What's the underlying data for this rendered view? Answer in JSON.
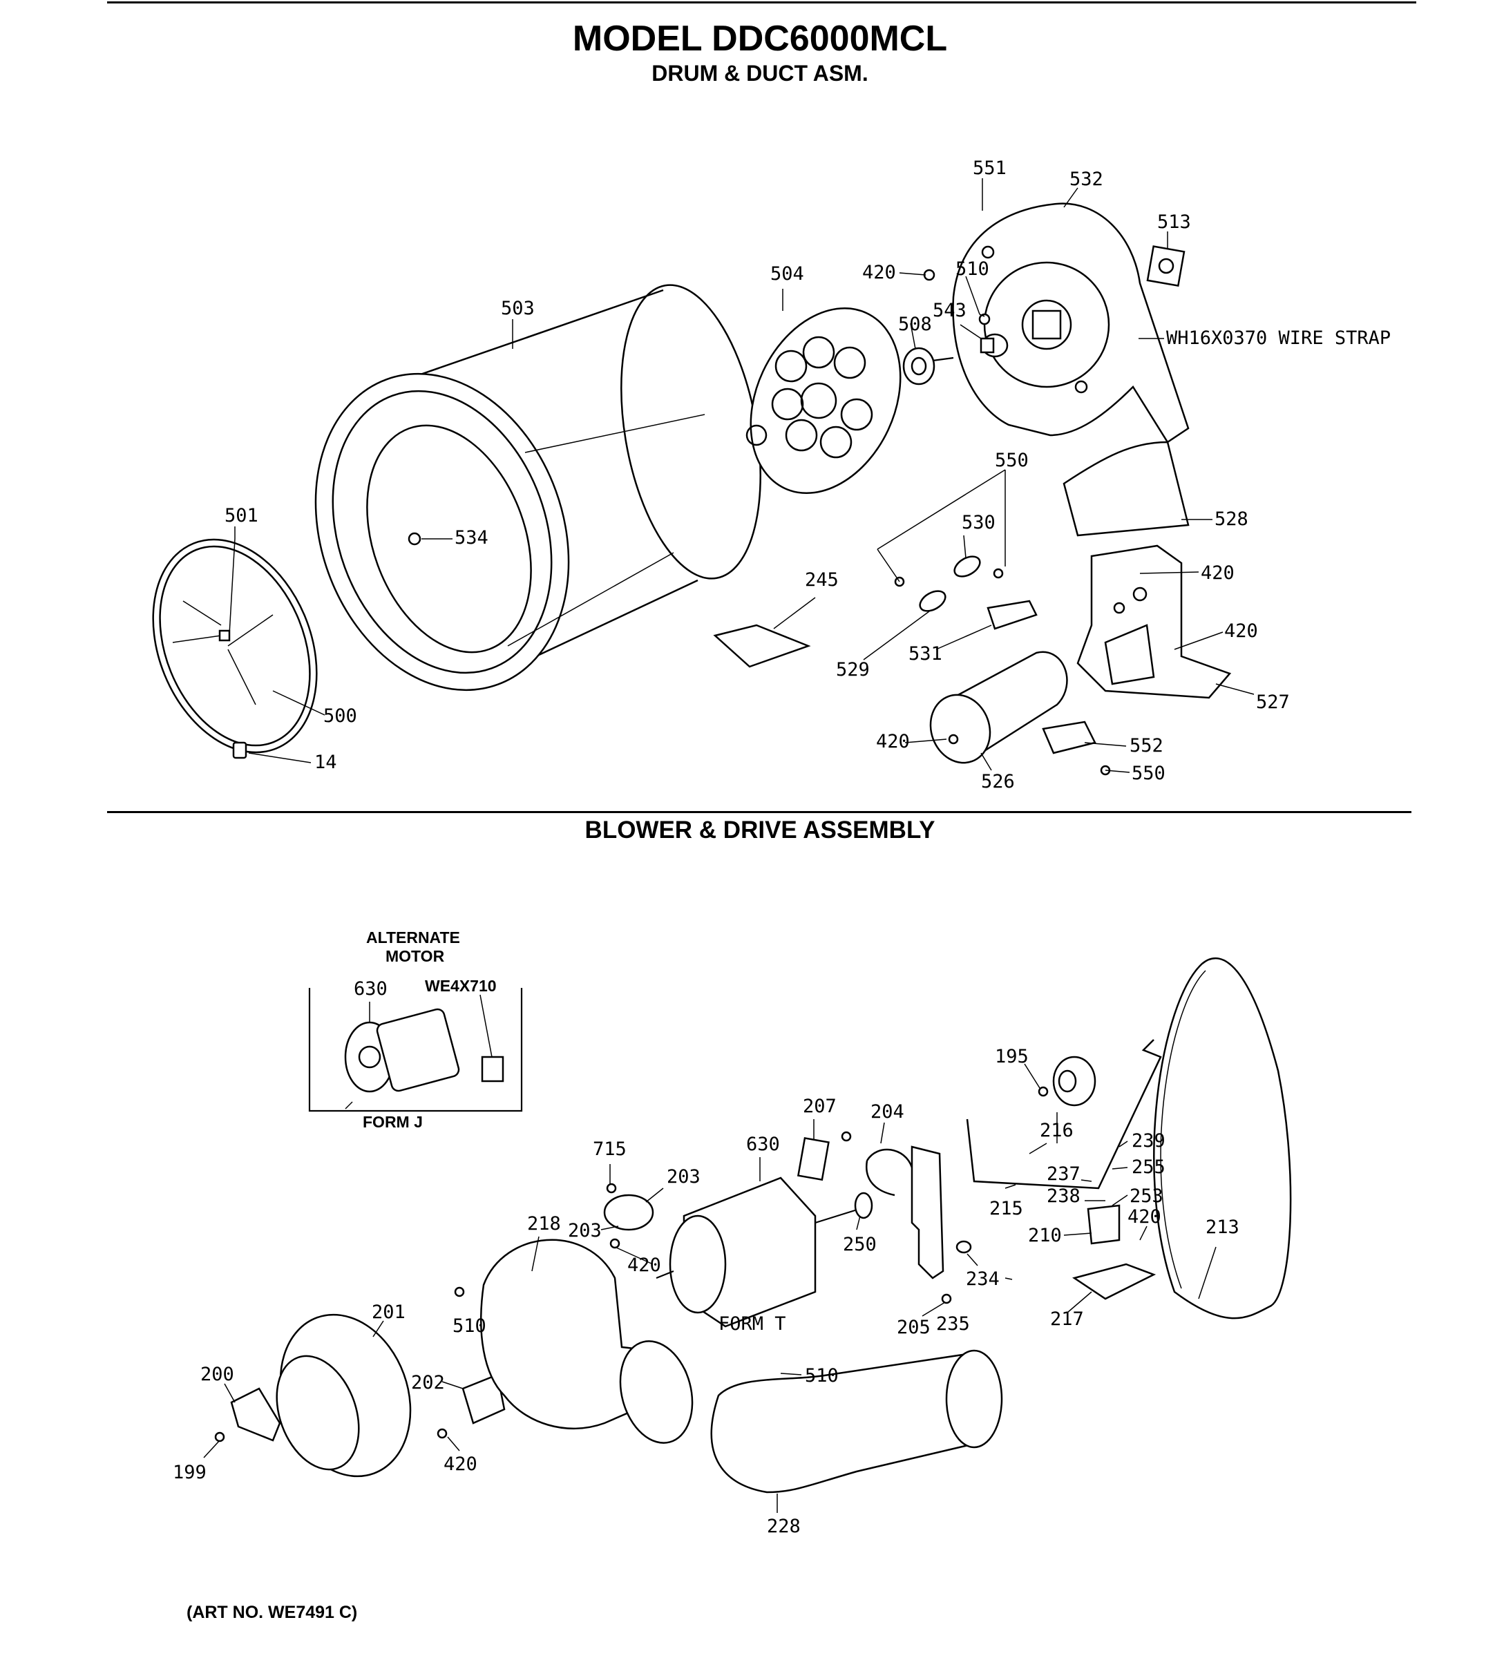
{
  "header": {
    "title": "MODEL DDC6000MCL",
    "subtitle": "DRUM & DUCT ASM."
  },
  "section2": {
    "title": "BLOWER & DRIVE ASSEMBLY"
  },
  "inset": {
    "title_line1": "ALTERNATE",
    "title_line2": "MOTOR",
    "form": "FORM J"
  },
  "form_t": "FORM T",
  "art_no": "(ART NO. WE7491 C)",
  "callouts": {
    "c501": "501",
    "c500": "500",
    "c14": "14",
    "c503": "503",
    "c534": "534",
    "c504": "504",
    "c508": "508",
    "c420a": "420",
    "c510a": "510",
    "c543": "543",
    "c551": "551",
    "c532": "532",
    "c513": "513",
    "c_wire": "WH16X0370 WIRE STRAP",
    "c528": "528",
    "c550a": "550",
    "c530": "530",
    "c420b": "420",
    "c420c": "420",
    "c527": "527",
    "c245": "245",
    "c529": "529",
    "c531": "531",
    "c420d": "420",
    "c526": "526",
    "c552": "552",
    "c550b": "550",
    "c630a": "630",
    "c_we4x710": "WE4X710",
    "c715": "715",
    "c203a": "203",
    "c203b": "203",
    "c420e": "420",
    "c218": "218",
    "c630b": "630",
    "c207": "207",
    "c204": "204",
    "c250": "250",
    "c205": "205",
    "c235": "235",
    "c234": "234",
    "c195": "195",
    "c216": "216",
    "c215": "215",
    "c239": "239",
    "c255": "255",
    "c237": "237",
    "c238": "238",
    "c253": "253",
    "c420f": "420",
    "c210": "210",
    "c213": "213",
    "c217": "217",
    "c201": "201",
    "c200": "200",
    "c199": "199",
    "c202": "202",
    "c420g": "420",
    "c510b": "510",
    "c510c": "510",
    "c228": "228"
  }
}
